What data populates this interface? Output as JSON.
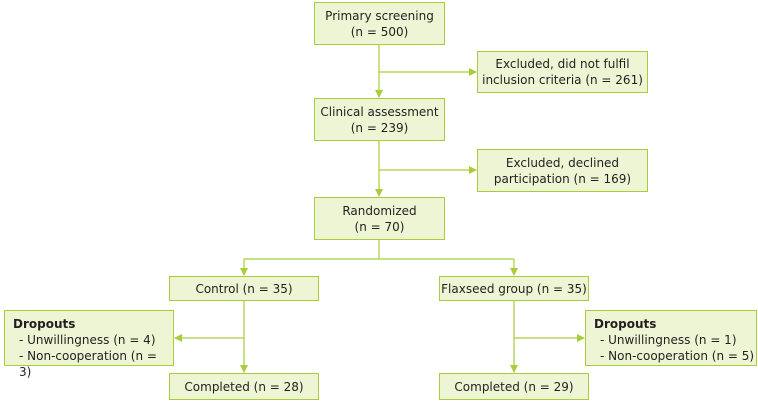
{
  "colors": {
    "box_fill": "#eef5d4",
    "box_border": "#a9cd3a",
    "arrow": "#a9cd3a",
    "text": "#231f20"
  },
  "primary": {
    "line1": "Primary screening",
    "line2": "(n = 500)"
  },
  "excluded_criteria": {
    "line1": "Excluded, did not fulfil",
    "line2": "inclusion criteria (n = 261)"
  },
  "clinical": {
    "line1": "Clinical assessment",
    "line2": "(n = 239)"
  },
  "excluded_declined": {
    "line1": "Excluded, declined",
    "line2": "participation (n = 169)"
  },
  "randomized": {
    "line1": "Randomized",
    "line2": "(n = 70)"
  },
  "control": {
    "label": "Control (n = 35)"
  },
  "flaxseed": {
    "label": "Flaxseed group (n = 35)"
  },
  "dropouts_control": {
    "heading": "Dropouts",
    "items": [
      "- Unwillingness (n = 4)",
      "- Non-cooperation (n = 3)"
    ]
  },
  "dropouts_flaxseed": {
    "heading": "Dropouts",
    "items": [
      "- Unwillingness (n = 1)",
      "- Non-cooperation (n = 5)"
    ]
  },
  "completed_control": {
    "label": "Completed (n = 28)"
  },
  "completed_flaxseed": {
    "label": "Completed (n = 29)"
  }
}
